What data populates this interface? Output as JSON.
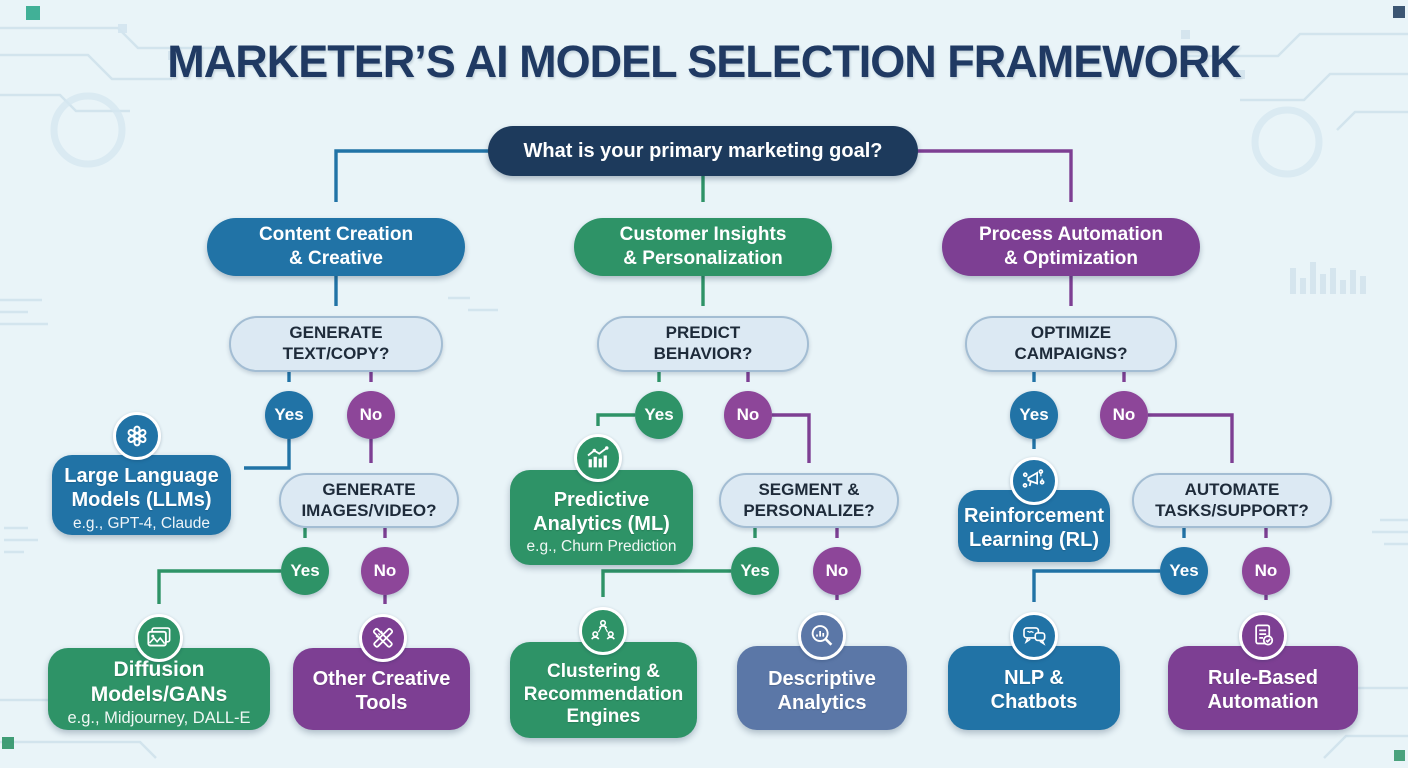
{
  "title": "MARKETER’S AI MODEL SELECTION FRAMEWORK",
  "root": {
    "question": "What is your primary marketing goal?"
  },
  "labels": {
    "yes": "Yes",
    "no": "No"
  },
  "branches": {
    "content": {
      "label": [
        "Content Creation",
        "& Creative"
      ],
      "decision": [
        "GENERATE",
        "TEXT/COPY?"
      ],
      "sub_decision": [
        "GENERATE",
        "IMAGES/VIDEO?"
      ]
    },
    "insights": {
      "label": [
        "Customer Insights",
        "& Personalization"
      ],
      "decision": [
        "PREDICT",
        "BEHAVIOR?"
      ],
      "sub_decision": [
        "SEGMENT &",
        "PERSONALIZE?"
      ]
    },
    "automation": {
      "label": [
        "Process Automation",
        "& Optimization"
      ],
      "decision": [
        "OPTIMIZE",
        "CAMPAIGNS?"
      ],
      "sub_decision": [
        "AUTOMATE",
        "TASKS/SUPPORT?"
      ]
    }
  },
  "nodes": {
    "llm": {
      "title": [
        "Large Language",
        "Models (LLMs)"
      ],
      "subtitle": "e.g., GPT-4, Claude",
      "icon": "openai-logo-icon"
    },
    "diffusion": {
      "title": [
        "Diffusion Models/GANs"
      ],
      "subtitle": "e.g., Midjourney, DALL-E",
      "icon": "photo-icon"
    },
    "other_creative": {
      "title": [
        "Other Creative",
        "Tools"
      ],
      "icon": "pencil-ruler-icon"
    },
    "predictive": {
      "title": [
        "Predictive",
        "Analytics (ML)"
      ],
      "subtitle": "e.g., Churn Prediction",
      "icon": "growth-chart-icon"
    },
    "clustering": {
      "title": [
        "Clustering &",
        "Recommendation",
        "Engines"
      ],
      "icon": "people-network-icon"
    },
    "descriptive": {
      "title": [
        "Descriptive",
        "Analytics"
      ],
      "icon": "magnifier-chart-icon"
    },
    "reinforcement": {
      "title": [
        "Reinforcement",
        "Learning (RL)"
      ],
      "icon": "megaphone-network-icon"
    },
    "nlp": {
      "title": [
        "NLP &",
        "Chatbots"
      ],
      "icon": "chat-bubbles-icon"
    },
    "rule_based": {
      "title": [
        "Rule-Based",
        "Automation"
      ],
      "icon": "document-check-icon"
    }
  },
  "colors": {
    "background": "#e9f4f8",
    "title_text": "#203a63",
    "root_navy": "#1d3a5c",
    "blue": "#2173a6",
    "green": "#2e9367",
    "purple": "#7d3f93",
    "no_circle_purple": "#8d4699",
    "slate": "#5b77a7",
    "decision_fill": "#dce9f3",
    "decision_border": "#a3bdd3"
  }
}
